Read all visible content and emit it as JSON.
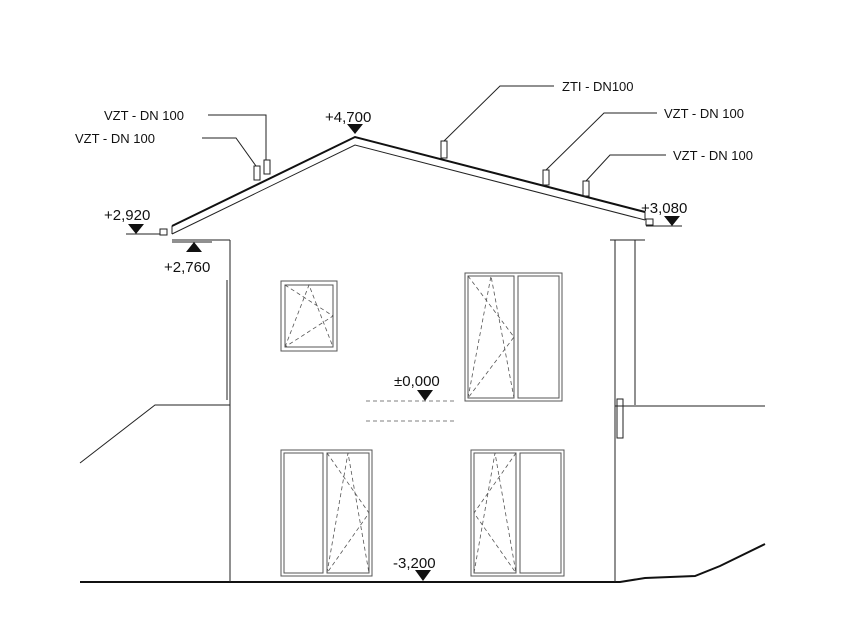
{
  "colors": {
    "line": "#111111",
    "background": "#ffffff"
  },
  "levels": [
    {
      "id": "ridge",
      "text": "+4,700"
    },
    {
      "id": "eave-left",
      "text": "+2,920"
    },
    {
      "id": "eave-left-under",
      "text": "+2,760"
    },
    {
      "id": "eave-right",
      "text": "+3,080"
    },
    {
      "id": "ground-floor",
      "text": "±0,000"
    },
    {
      "id": "terrain",
      "text": "-3,200"
    }
  ],
  "pipe_labels": [
    {
      "id": "vzt-left-upper",
      "text": "VZT - DN 100"
    },
    {
      "id": "vzt-left-lower",
      "text": "VZT - DN 100"
    },
    {
      "id": "zti",
      "text": "ZTI - DN100"
    },
    {
      "id": "vzt-right-upper",
      "text": "VZT - DN 100"
    },
    {
      "id": "vzt-right-lower",
      "text": "VZT - DN 100"
    }
  ]
}
